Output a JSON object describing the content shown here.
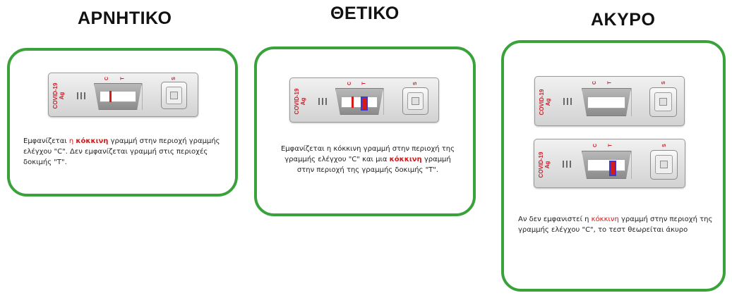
{
  "headings": {
    "negative": "ΑΡΝΗΤΙΚΟ",
    "positive": "ΘΕΤΙΚΟ",
    "invalid": "ΑΚΥΡΟ"
  },
  "test_strip": {
    "brand_line1": "COVID-19",
    "brand_line2": "Ag",
    "label_c": "C",
    "label_t": "T",
    "label_s": "S"
  },
  "negative": {
    "text_1": "Εμφανίζεται ",
    "text_2": "η ",
    "text_3": "κόκκινη",
    "text_4": " γραμμή στην περιοχή γραμμής ελέγχου \"C\". Δεν εμφανίζεται γραμμή στις περιοχές δοκιμής \"T\"."
  },
  "positive": {
    "text_1": "Εμφανίζεται η κόκκινη γραμμή στην περιοχή της γραμμής ελέγχου \"C\" και μια ",
    "text_2": "κόκκινη",
    "text_3": " γραμμή στην περιοχή της γραμμής δοκιμής \"T\"."
  },
  "invalid": {
    "text_1": "Αν δεν εμφανιστεί η ",
    "text_2": "κόκκινη",
    "text_3": " γραμμή στην περιοχή της γραμμής ελέγχου \"C\", το τεστ θεωρείται άκυρο"
  },
  "colors": {
    "card_border": "#3aa23a",
    "highlight_red": "#d51a1a",
    "brand_red": "#c8202b",
    "marker_border": "#3a3ad0"
  }
}
